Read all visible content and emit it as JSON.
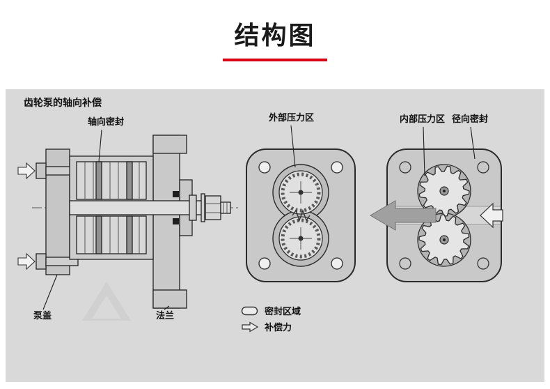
{
  "page": {
    "title": "结构图"
  },
  "colors": {
    "accent_red": "#e60012",
    "panel_bg": "#d9d9d9"
  },
  "panel": {
    "heading": "齿轮泵的轴向补偿",
    "labels": {
      "axial_seal": "轴向密封",
      "external_pressure_zone": "外部压力区",
      "internal_pressure_zone": "内部压力区",
      "radial_seal": "径向密封",
      "pump_cover": "泵盖",
      "flange": "法兰"
    },
    "legend": [
      {
        "icon": "seal-region-outline",
        "label": "密封区域"
      },
      {
        "icon": "open-arrow-right",
        "label": "补偿力"
      }
    ]
  }
}
